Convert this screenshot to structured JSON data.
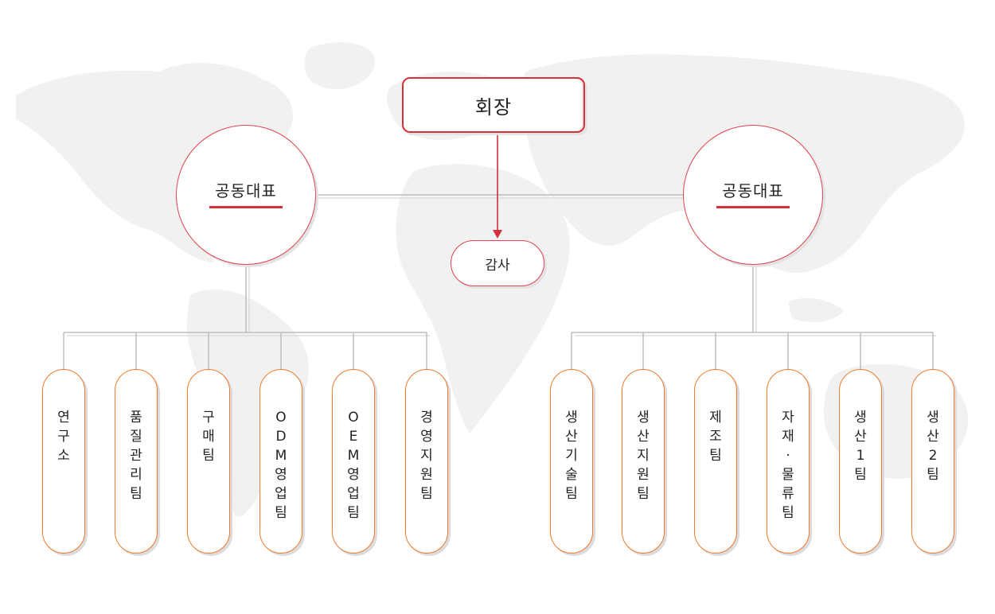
{
  "chairman": {
    "label": "회장"
  },
  "co_ceo_left": {
    "label": "공동대표"
  },
  "co_ceo_right": {
    "label": "공동대표"
  },
  "audit": {
    "label": "감사"
  },
  "left_teams": [
    {
      "label": "연구소"
    },
    {
      "label": "품질관리팀"
    },
    {
      "label": "구매팀"
    },
    {
      "label": "ODM영업팀"
    },
    {
      "label": "OEM영업팀"
    },
    {
      "label": "경영지원팀"
    }
  ],
  "right_teams": [
    {
      "label": "생산기술팀"
    },
    {
      "label": "생산지원팀"
    },
    {
      "label": "제조팀"
    },
    {
      "label": "자재·물류팀"
    },
    {
      "label": "생산1팀"
    },
    {
      "label": "생산2팀"
    }
  ],
  "colors": {
    "accent_red": "#d6303a",
    "team_border_orange": "#f07a2a",
    "connector_gray": "#bdbdbd",
    "map_gray": "#f1f1f1"
  }
}
